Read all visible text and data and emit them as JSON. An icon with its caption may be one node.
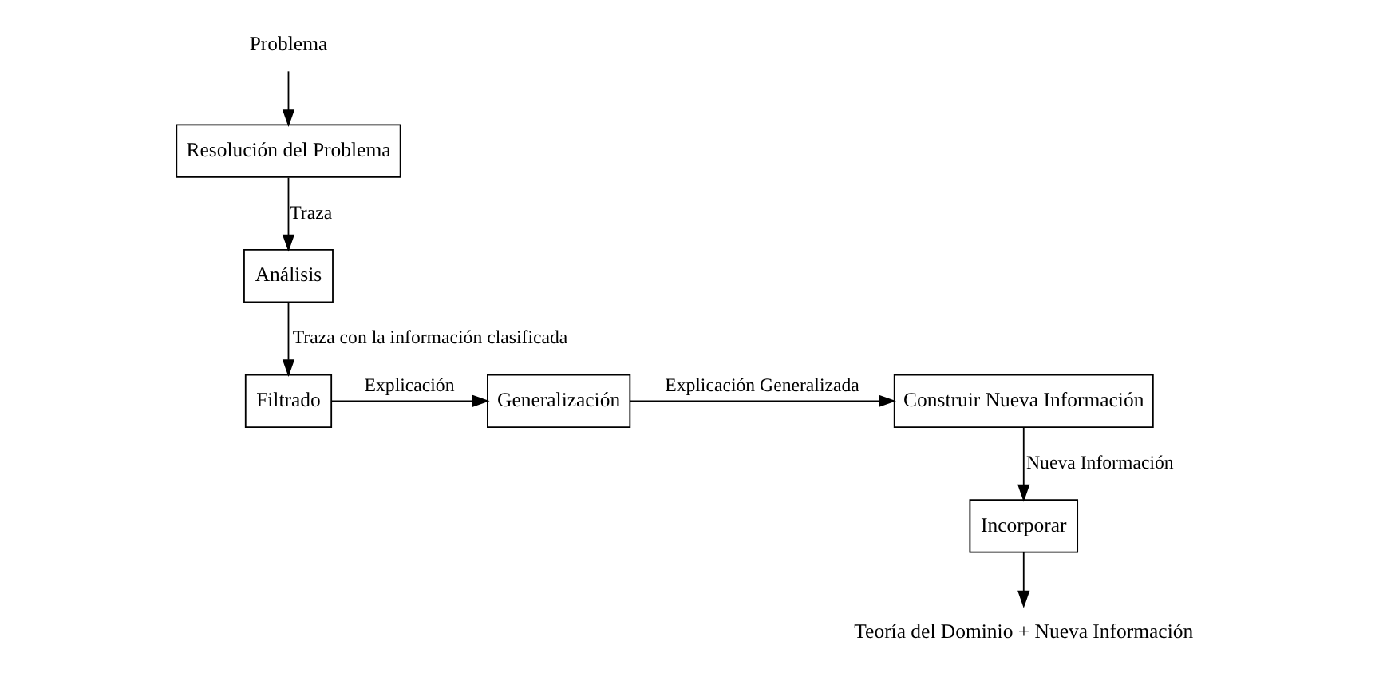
{
  "diagram": {
    "nodes": [
      {
        "text": [
          "Problema"
        ]
      },
      {
        "text": [
          "Resolución del Problema"
        ]
      },
      {
        "text": [
          "Análisis"
        ]
      },
      {
        "text": [
          "Filtrado"
        ]
      },
      {
        "text": [
          "Generalización"
        ]
      },
      {
        "text": [
          "Construir Nueva Información"
        ]
      },
      {
        "text": [
          "Incorporar"
        ]
      },
      {
        "text": [
          "Teoría del Dominio + Nueva Información"
        ]
      }
    ],
    "edges": [
      {
        "from": 0,
        "to": 1,
        "arrow": "to"
      },
      {
        "from": 1,
        "to": 2,
        "arrow": "to",
        "label": "Traza"
      },
      {
        "from": 2,
        "to": 3,
        "arrow": "to",
        "label": "Traza con la información clasificada"
      },
      {
        "from": 3,
        "to": 4,
        "arrow": "to",
        "label": "Explicación"
      },
      {
        "from": 4,
        "to": 5,
        "arrow": "to",
        "label": "Explicación Generalizada"
      },
      {
        "from": 5,
        "to": 6,
        "arrow": "to",
        "label": "Nueva Información"
      },
      {
        "from": 6,
        "to": 7,
        "arrow": "to"
      }
    ]
  }
}
